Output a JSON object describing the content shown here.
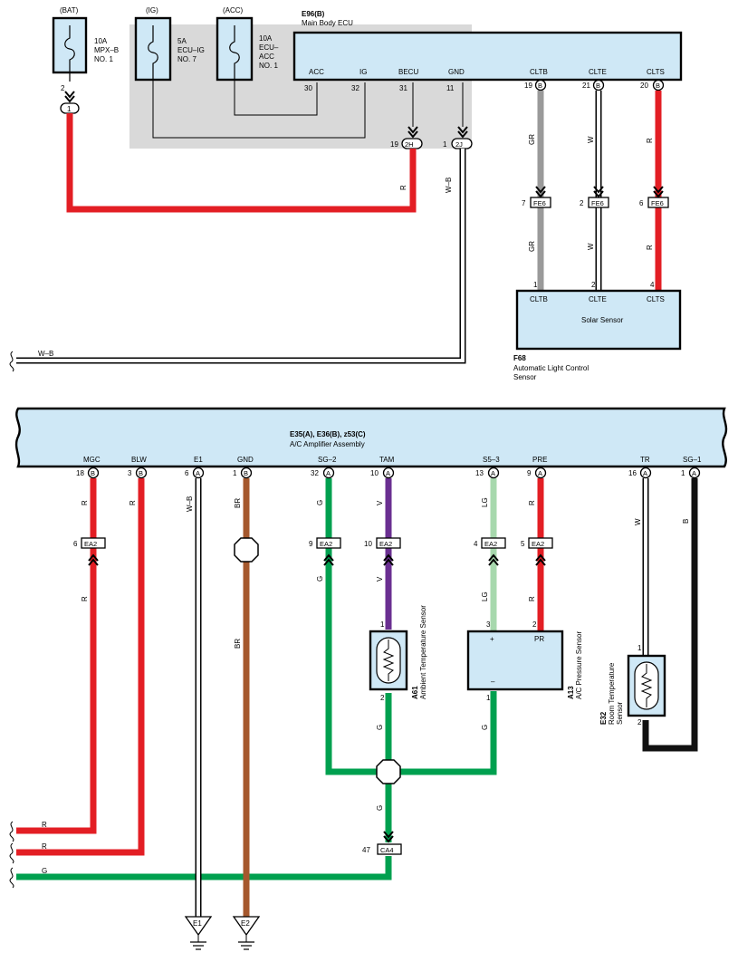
{
  "colors": {
    "red": "#e31e24",
    "gray": "#9a9a9a",
    "green": "#00a04f",
    "light_green": "#a7d8ad",
    "violet": "#6a2f91",
    "brown": "#a5582d",
    "black": "#111111",
    "component_fill": "#cfe8f6",
    "relay_area": "#d9d9d9"
  },
  "fuses": {
    "bat": {
      "tag": "(BAT)",
      "rating": "10A",
      "name1": "MPX–B",
      "name2": "NO. 1",
      "pin": "2",
      "conn": "1"
    },
    "ig": {
      "tag": "(IG)",
      "rating": "5A",
      "name1": "ECU–IG",
      "name2": "NO. 7"
    },
    "acc": {
      "tag": "(ACC)",
      "rating": "10A",
      "name1": "ECU–",
      "name2": "ACC",
      "name3": "NO. 1"
    }
  },
  "main_ecu": {
    "code": "E96(B)",
    "name": "Main Body ECU",
    "terminals": {
      "acc": "ACC",
      "ig": "IG",
      "becu": "BECU",
      "gnd": "GND",
      "cltb": "CLTB",
      "clte": "CLTE",
      "clts": "CLTS"
    },
    "pins": {
      "acc": "30",
      "ig": "32",
      "becu": "31",
      "gnd": "11",
      "cltb": "19",
      "clte": "21",
      "clts": "20"
    },
    "conn": "B"
  },
  "junctions": {
    "j2h_pin": "19",
    "j2h": "2H",
    "j2j_pin": "1",
    "j2j": "2J"
  },
  "fe6": {
    "name": "FE6",
    "pins": {
      "cltb": "7",
      "clte": "2",
      "clts": "6"
    }
  },
  "solar_sensor": {
    "code": "F68",
    "name": "Solar Sensor",
    "desc1": "Automatic Light Control",
    "desc2": "Sensor",
    "terminals": {
      "cltb": "CLTB",
      "clte": "CLTE",
      "clts": "CLTS"
    },
    "pins": {
      "cltb": "1",
      "clte": "2",
      "clts": "4"
    }
  },
  "wire_colors": {
    "r": "R",
    "gr": "GR",
    "w": "W",
    "wb": "W–B",
    "br": "BR",
    "g": "G",
    "v": "V",
    "lg": "LG",
    "b": "B"
  },
  "amplifier": {
    "code": "E35(A), E36(B), z53(C)",
    "name": "A/C Amplifier Assembly",
    "terminals": {
      "mgc": "MGC",
      "blw": "BLW",
      "e1": "E1",
      "gnd": "GND",
      "sg2": "SG–2",
      "tam": "TAM",
      "s53": "S5–3",
      "pre": "PRE",
      "tr": "TR",
      "sg1": "SG–1"
    },
    "pins": {
      "mgc": "18",
      "blw": "3",
      "e1": "6",
      "gnd": "1",
      "sg2": "32",
      "tam": "10",
      "s53": "13",
      "pre": "9",
      "tr": "16",
      "sg1": "1"
    },
    "conns": {
      "mgc": "B",
      "blw": "B",
      "e1": "A",
      "gnd": "B",
      "sg2": "A",
      "tam": "A",
      "s53": "A",
      "pre": "A",
      "tr": "A",
      "sg1": "A"
    }
  },
  "ea2": {
    "name": "EA2",
    "pins": {
      "mgc": "6",
      "sg2": "9",
      "tam": "10",
      "s53": "4",
      "pre": "5"
    }
  },
  "ambient_sensor": {
    "code": "A61",
    "name": "Ambient Temperature Sensor",
    "pin_top": "1",
    "pin_bottom": "2"
  },
  "pressure_sensor": {
    "code": "A13",
    "name": "A/C Pressure Sensor",
    "plus": "+",
    "pr": "PR",
    "minus": "–",
    "pin_plus": "3",
    "pin_pr": "2",
    "pin_minus": "1"
  },
  "room_sensor": {
    "code": "E32",
    "name1": "Room Temperature",
    "name2": "Sensor",
    "pin_top": "1",
    "pin_bottom": "2"
  },
  "ca4": {
    "name": "CA4",
    "pin": "47"
  },
  "grounds": {
    "e1": "E1",
    "e2": "E2"
  }
}
